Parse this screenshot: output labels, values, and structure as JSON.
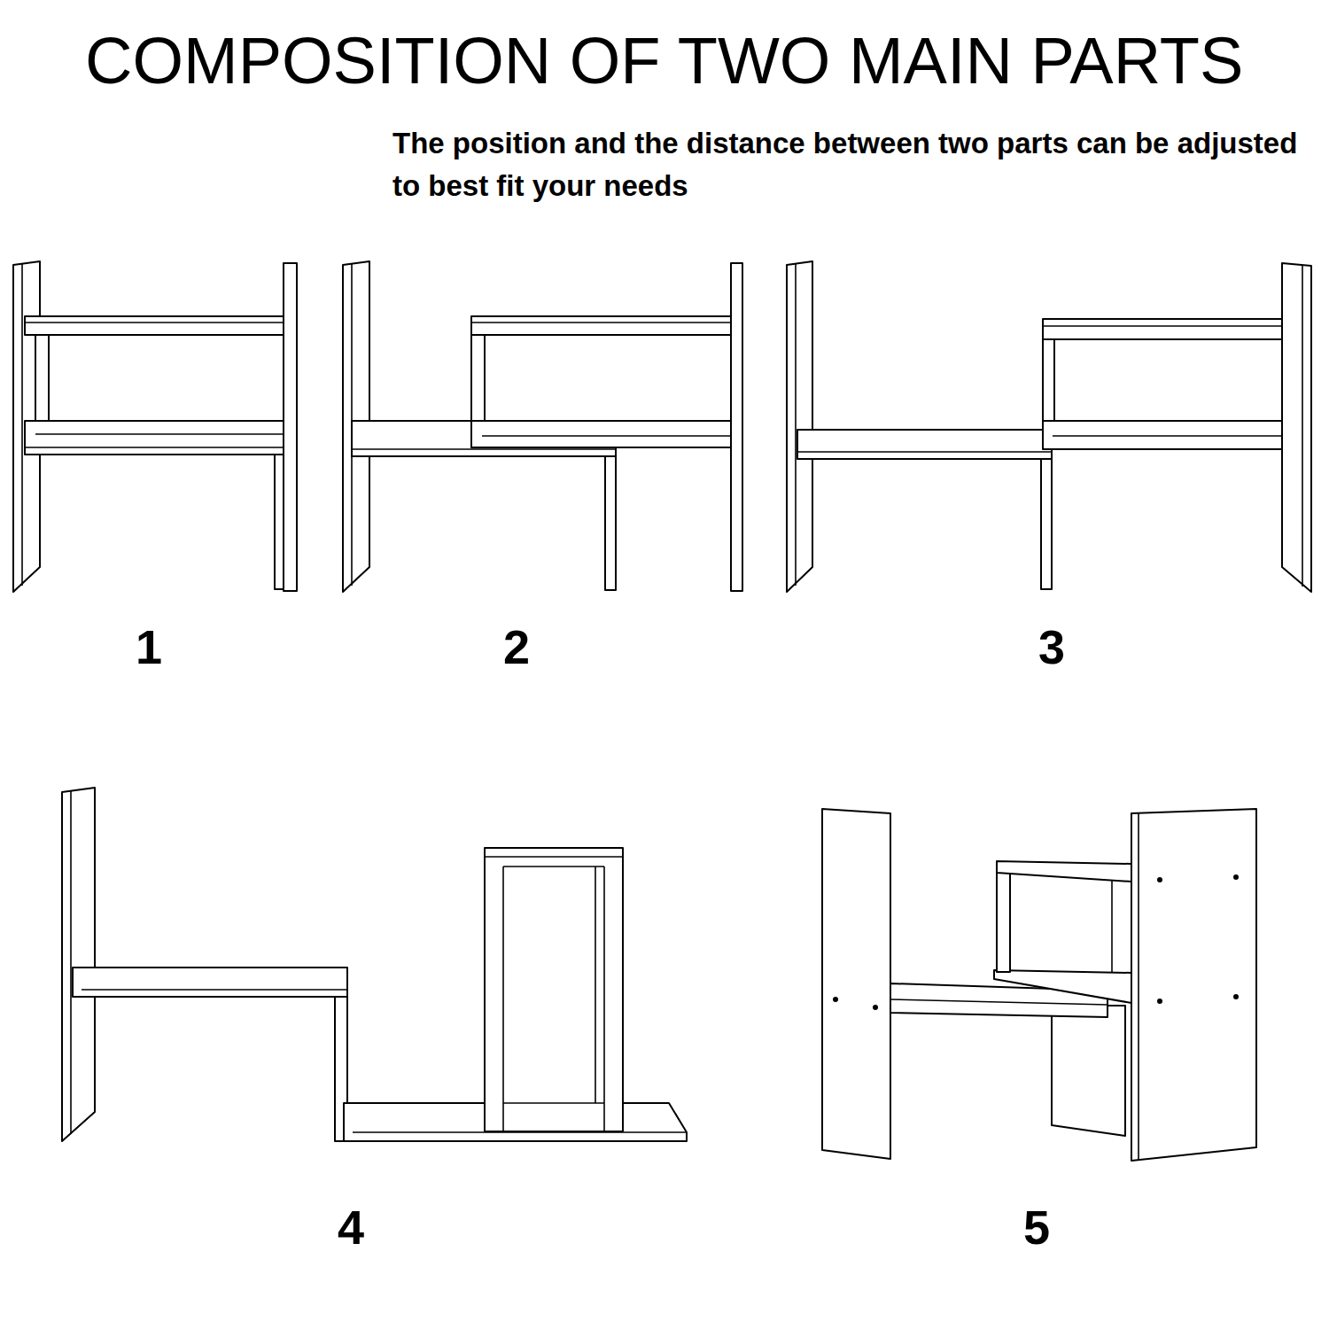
{
  "diagram": {
    "title": "COMPOSITION OF TWO MAIN PARTS",
    "caption": "The position and the distance between two parts can be adjusted to best fit your needs",
    "labels": [
      "1",
      "2",
      "3",
      "4",
      "5"
    ]
  }
}
